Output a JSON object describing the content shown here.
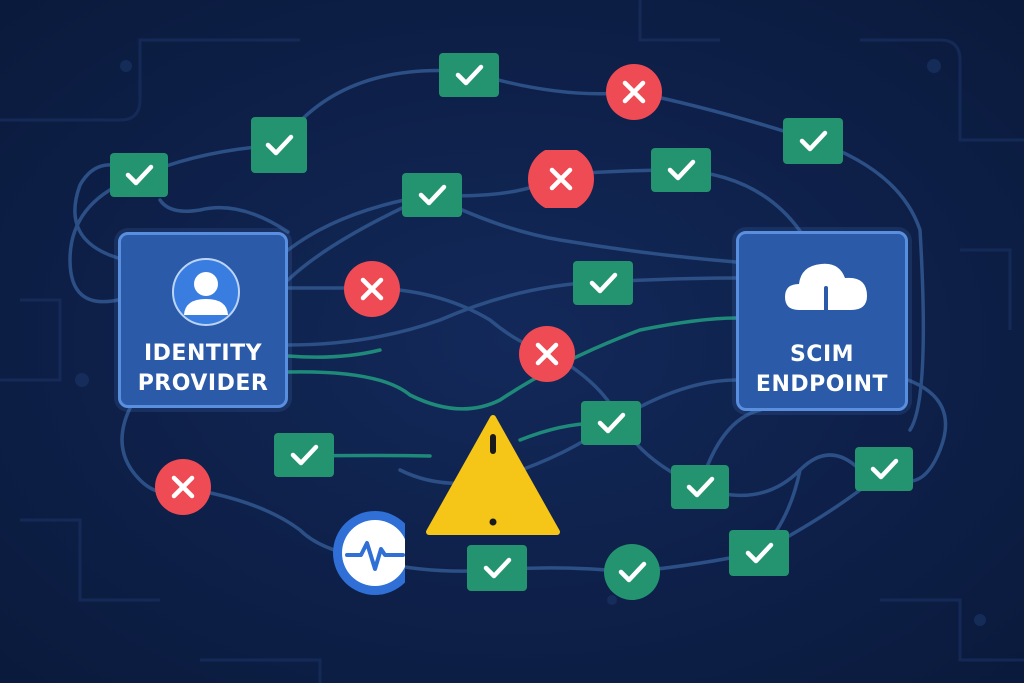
{
  "nodes": {
    "identity_provider": {
      "line1": "IDENTITY",
      "line2": "PROVIDER",
      "icon": "user-icon"
    },
    "scim_endpoint": {
      "line1": "SCIM",
      "line2": "ENDPOINT",
      "icon": "cloud-download-icon"
    }
  },
  "markers": [
    {
      "kind": "check",
      "icon": "check-icon"
    },
    {
      "kind": "check",
      "icon": "check-icon"
    },
    {
      "kind": "check",
      "icon": "check-icon"
    },
    {
      "kind": "check",
      "icon": "check-icon"
    },
    {
      "kind": "check",
      "icon": "check-icon"
    },
    {
      "kind": "check",
      "icon": "check-icon"
    },
    {
      "kind": "check",
      "icon": "check-icon"
    },
    {
      "kind": "check",
      "icon": "check-icon"
    },
    {
      "kind": "check",
      "icon": "check-icon"
    },
    {
      "kind": "check",
      "icon": "check-icon"
    },
    {
      "kind": "check",
      "icon": "check-icon"
    },
    {
      "kind": "check",
      "icon": "check-icon"
    },
    {
      "kind": "check",
      "icon": "check-icon"
    },
    {
      "kind": "check",
      "icon": "check-icon"
    },
    {
      "kind": "error",
      "icon": "x-icon"
    },
    {
      "kind": "error",
      "icon": "x-icon"
    },
    {
      "kind": "error",
      "icon": "x-icon"
    },
    {
      "kind": "error",
      "icon": "x-icon"
    },
    {
      "kind": "error",
      "icon": "x-icon"
    },
    {
      "kind": "warning",
      "icon": "warning-icon"
    },
    {
      "kind": "monitor",
      "icon": "magnifier-pulse-icon"
    },
    {
      "kind": "timer",
      "icon": "stopwatch-icon"
    }
  ],
  "colors": {
    "background": "#0e2049",
    "wire": "#2c4f86",
    "wire_teal": "#1f8a7a",
    "node_fill": "#2a5aa8",
    "node_border": "#5a8fe0",
    "check": "#23946f",
    "error": "#ef4b55",
    "warning": "#f5c518",
    "monitor": "#2f6fd6"
  }
}
